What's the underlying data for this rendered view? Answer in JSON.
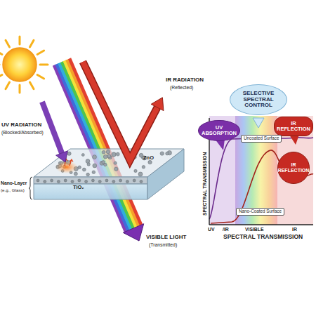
{
  "diagram": {
    "nodes": [
      {
        "text": [
          "SELECTIVE SPECTRAL CONTROL"
        ]
      },
      {
        "text": [
          "UV ABSORPTION"
        ]
      },
      {
        "text": [
          "IR REFLECTION"
        ]
      },
      {
        "text": [
          "IR REFLECTION"
        ]
      }
    ],
    "labels": [
      "UV RADIATION",
      "(Blocked/Absorbed)",
      "IR RADIATION",
      "(Reflected)",
      "VISIBLE LIGHT",
      "(Transmitted)",
      "ZnO",
      "TiO₂",
      "Nano-Layer",
      "(e.g., Glass)",
      "Uncoated Surface",
      "Nano-Coated Surface",
      "SPECTRAL TRANSMISSION",
      "UV",
      "/IR",
      "VISIBLE",
      "IR",
      "SPECTRAL TRANSMISSION"
    ]
  }
}
